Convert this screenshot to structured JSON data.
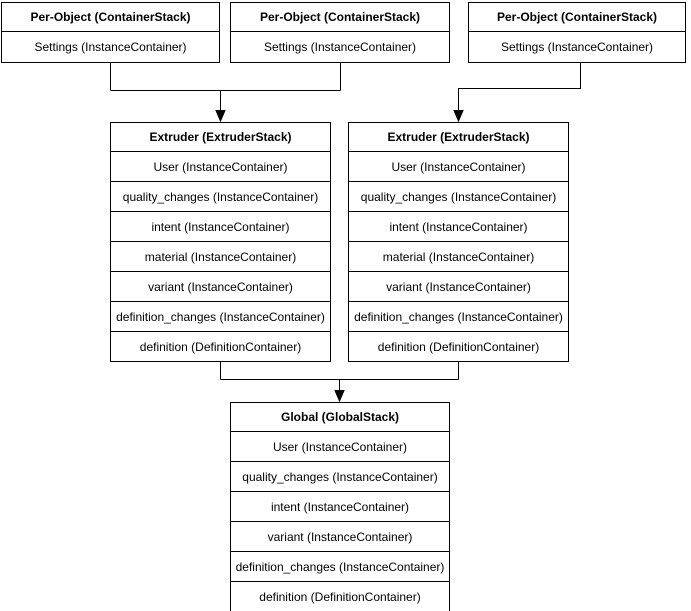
{
  "diagram": {
    "colors": {
      "background": "#ffffff",
      "border": "#000000",
      "text": "#000000"
    },
    "boxes": [
      {
        "title": "Per-Object (ContainerStack)",
        "rows": [
          "Settings (InstanceContainer)"
        ]
      },
      {
        "title": "Per-Object (ContainerStack)",
        "rows": [
          "Settings (InstanceContainer)"
        ]
      },
      {
        "title": "Per-Object (ContainerStack)",
        "rows": [
          "Settings (InstanceContainer)"
        ]
      },
      {
        "title": "Extruder (ExtruderStack)",
        "rows": [
          "User (InstanceContainer)",
          "quality_changes (InstanceContainer)",
          "intent (InstanceContainer)",
          "material (InstanceContainer)",
          "variant (InstanceContainer)",
          "definition_changes (InstanceContainer)",
          "definition (DefinitionContainer)"
        ]
      },
      {
        "title": "Extruder (ExtruderStack)",
        "rows": [
          "User (InstanceContainer)",
          "quality_changes (InstanceContainer)",
          "intent (InstanceContainer)",
          "material (InstanceContainer)",
          "variant (InstanceContainer)",
          "definition_changes (InstanceContainer)",
          "definition (DefinitionContainer)"
        ]
      },
      {
        "title": "Global (GlobalStack)",
        "rows": [
          "User (InstanceContainer)",
          "quality_changes (InstanceContainer)",
          "intent (InstanceContainer)",
          "variant (InstanceContainer)",
          "definition_changes (InstanceContainer)",
          "definition (DefinitionContainer)"
        ]
      }
    ]
  }
}
